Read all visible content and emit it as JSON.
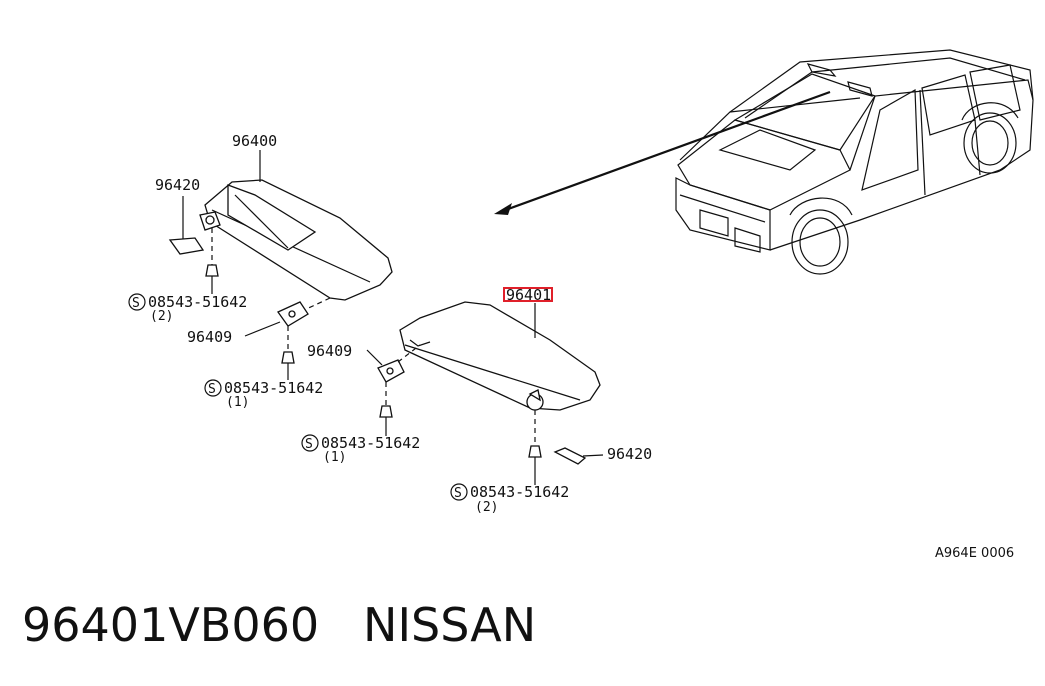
{
  "title": {
    "part_number": "96401VB060",
    "brand": "NISSAN"
  },
  "figure_code": "A964E 0006",
  "highlight_color": "#e0202a",
  "labels": {
    "sunvisor_left": "96400",
    "sunvisor_right": "96401",
    "holder_left": "96420",
    "holder_right": "96420",
    "bracket_upper": "96409",
    "bracket_lower": "96409",
    "screw_1": "08543-51642",
    "screw_1_qty": "(2)",
    "screw_2": "08543-51642",
    "screw_2_qty": "(1)",
    "screw_3": "08543-51642",
    "screw_3_qty": "(1)",
    "screw_4": "08543-51642",
    "screw_4_qty": "(2)",
    "screw_symbol": "S"
  }
}
